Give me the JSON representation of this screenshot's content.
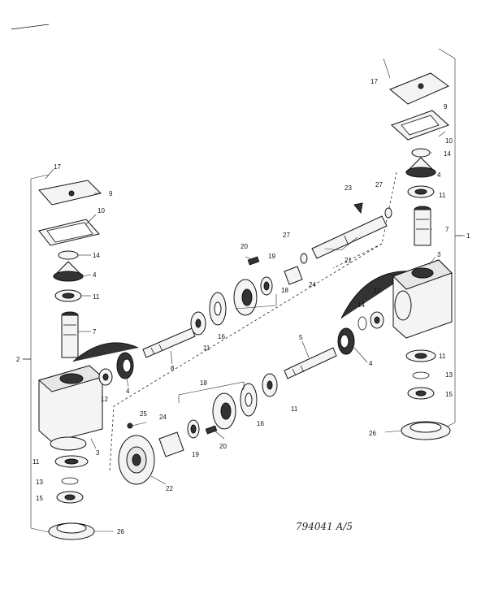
{
  "callouts": {
    "p1": "1",
    "p2": "2",
    "p3_right": "3",
    "p3_left": "3",
    "p4_right_top": "4",
    "p4_left_top": "4",
    "p4_left_mid": "4",
    "p4_right_mid": "4",
    "p5": "5",
    "p7_right": "7",
    "p7_left": "7",
    "p8": "8",
    "p9_right": "9",
    "p9_left": "9",
    "p10_right": "10",
    "p10_left": "10",
    "p11_right_top": "11",
    "p11_left_top": "11",
    "p11_upper_shaft": "11",
    "p11_lower_shaft": "11",
    "p11_right_lower": "11",
    "p11_left_lower": "11",
    "p12_right": "12",
    "p12_left": "12",
    "p13_right": "13",
    "p13_left": "13",
    "p14_right_top": "14",
    "p14_left_top": "14",
    "p14_right_mid": "14",
    "p15_right": "15",
    "p15_left": "15",
    "p16_upper": "16",
    "p16_lower": "16",
    "p17_right": "17",
    "p17_left": "17",
    "p18_upper": "18",
    "p18_lower": "18",
    "p19_upper": "19",
    "p19_lower": "19",
    "p20_upper": "20",
    "p20_lower": "20",
    "p21": "21",
    "p22": "22",
    "p23": "23",
    "p24_upper": "24",
    "p24_lower": "24",
    "p25": "25",
    "p26_right": "26",
    "p26_left": "26",
    "p27_right": "27",
    "p27_left": "27"
  },
  "drawing_number": "794041  A/5"
}
